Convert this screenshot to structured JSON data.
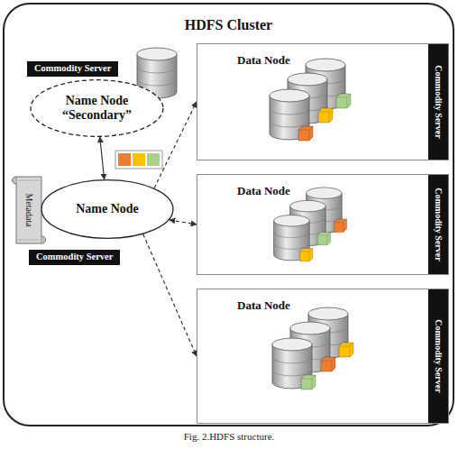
{
  "diagram": {
    "caption": "Fig. 2.HDFS structure.",
    "nodes": [
      {
        "text": [
          "HDFS Cluster"
        ]
      },
      {
        "text": [
          "Name Node “Secondary”"
        ],
        "in": 0
      },
      {
        "text": [
          "Name Node"
        ],
        "in": 0
      },
      {
        "text": [
          "Data Node",
          "Commodity Server"
        ],
        "in": 0
      },
      {
        "text": [
          "Data Node",
          "Commodity Server"
        ],
        "in": 0
      },
      {
        "text": [
          "Data Node",
          "Commodity Server"
        ],
        "in": 0
      }
    ],
    "edges": [
      {
        "from": 1,
        "to": 2,
        "arrow": "both"
      },
      {
        "from": 2,
        "to": 3,
        "arrow": "to"
      },
      {
        "from": 2,
        "to": 4,
        "arrow": "both"
      },
      {
        "from": 2,
        "to": 5,
        "arrow": "to"
      }
    ],
    "labels": [
      "Commodity Server",
      "Metadata",
      "Commodity Server"
    ]
  }
}
